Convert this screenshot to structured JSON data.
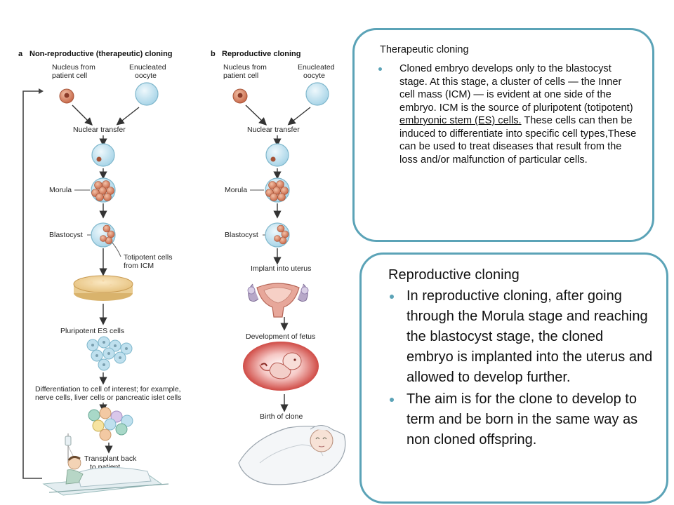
{
  "figure": {
    "panel_a": {
      "letter": "a",
      "title": "Non-reproductive (therapeutic) cloning"
    },
    "panel_b": {
      "letter": "b",
      "title": "Reproductive cloning"
    },
    "labels": {
      "nucleus_line1": "Nucleus from",
      "nucleus_line2": "patient cell",
      "oocyte_line1": "Enucleated",
      "oocyte_line2": "oocyte",
      "nuclear_transfer": "Nuclear transfer",
      "morula": "Morula",
      "blastocyst": "Blastocyst",
      "totipotent_line1": "Totipotent cells",
      "totipotent_line2": "from ICM",
      "pluripotent": "Pluripotent ES cells",
      "differentiation_line1": "Differentiation to cell of interest; for example,",
      "differentiation_line2": "nerve cells, liver cells or pancreatic islet cells",
      "transplant_line1": "Transplant back",
      "transplant_line2": "to patient",
      "implant": "Implant into uterus",
      "development": "Development of fetus",
      "birth": "Birth of clone"
    },
    "icons": [
      "cell-icon",
      "oocyte-icon",
      "morula-icon",
      "blastocyst-icon",
      "petri-dish-icon",
      "es-cells-icon",
      "uterus-icon",
      "fetus-icon",
      "baby-icon",
      "patient-bed-icon"
    ]
  },
  "therapeutic_box": {
    "title": "Therapeutic cloning",
    "bullet_before": "Cloned embryo develops only to the blastocyst stage. At this stage, a cluster of cells — the Inner cell mass (ICM) — is evident at one side of the embryo. ICM is the source of pluripotent (totipotent) ",
    "bullet_underlined": "embryonic stem (ES) cells.",
    "bullet_after": " These cells can then be induced to differentiate into specific cell types,These can be used to treat diseases that result from the loss and/or malfunction of particular cells."
  },
  "reproductive_box": {
    "title": "Reproductive cloning",
    "bullets": [
      "In reproductive cloning, after going through the Morula stage and reaching the blastocyst stage, the cloned embryo is implanted into the uterus and allowed to develop further.",
      "The aim is for the clone to develop to term and be born in the same way as non cloned offspring."
    ]
  },
  "colors": {
    "box_border": "#5ba3b7",
    "bullet": "#5ba3b7",
    "cell_fill": "#d9886a",
    "oocyte_fill": "#bfe0ee",
    "morula_fill": "#e6a07c"
  }
}
